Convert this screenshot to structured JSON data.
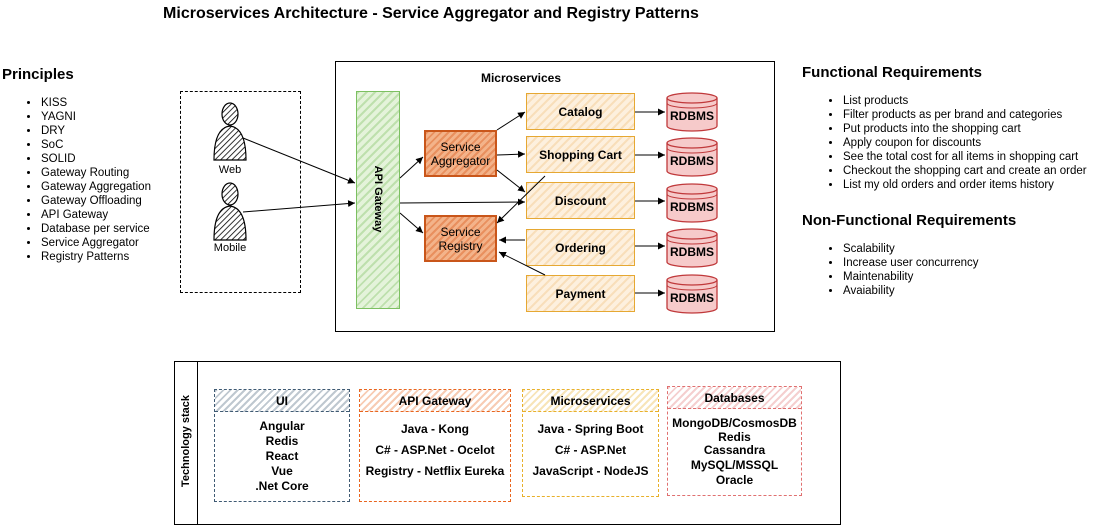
{
  "title": "Microservices Architecture - Service Aggregator and Registry Patterns",
  "principles": {
    "heading": "Principles",
    "items": [
      "KISS",
      "YAGNI",
      "DRY",
      "SoC",
      "SOLID",
      "Gateway Routing",
      "Gateway Aggregation",
      "Gateway Offloading",
      "API Gateway",
      "Database per service",
      "Service Aggregator",
      "Registry Patterns"
    ]
  },
  "clients": {
    "web": "Web",
    "mobile": "Mobile"
  },
  "microservices": {
    "heading": "Microservices",
    "api_gateway": "API Gateway",
    "aggregator": "Service Aggregator",
    "registry": "Service Registry",
    "services": [
      "Catalog",
      "Shopping Cart",
      "Discount",
      "Ordering",
      "Payment"
    ],
    "db_label": "RDBMS"
  },
  "functional": {
    "heading": "Functional Requirements",
    "items": [
      "List products",
      "Filter products as per brand and categories",
      "Put products into the shopping cart",
      "Apply coupon for discounts",
      "See the total cost for all items in shopping cart",
      "Checkout the shopping cart and create an order",
      "List my old orders and order items history"
    ]
  },
  "nonfunctional": {
    "heading": "Non-Functional Requirements",
    "items": [
      "Scalability",
      "Increase user concurrency",
      "Maintenability",
      "Avaiability"
    ]
  },
  "tech_stack": {
    "label": "Technology stack",
    "columns": [
      {
        "title": "UI",
        "items": [
          "Angular",
          "Redis",
          "React",
          "Vue",
          ".Net Core"
        ],
        "color": "#3f5a73"
      },
      {
        "title": "API Gateway",
        "items": [
          "Java - Kong",
          "C# - ASP.Net - Ocelot",
          "Registry - Netflix Eureka"
        ],
        "color": "#e8651e"
      },
      {
        "title": "Microservices",
        "items": [
          "Java - Spring Boot",
          "C# - ASP.Net",
          "JavaScript - NodeJS"
        ],
        "color": "#e8b02a"
      },
      {
        "title": "Databases",
        "items": [
          "MongoDB/CosmosDB",
          "Redis",
          "Cassandra",
          "MySQL/MSSQL",
          "Oracle"
        ],
        "color": "#e07070"
      }
    ]
  }
}
